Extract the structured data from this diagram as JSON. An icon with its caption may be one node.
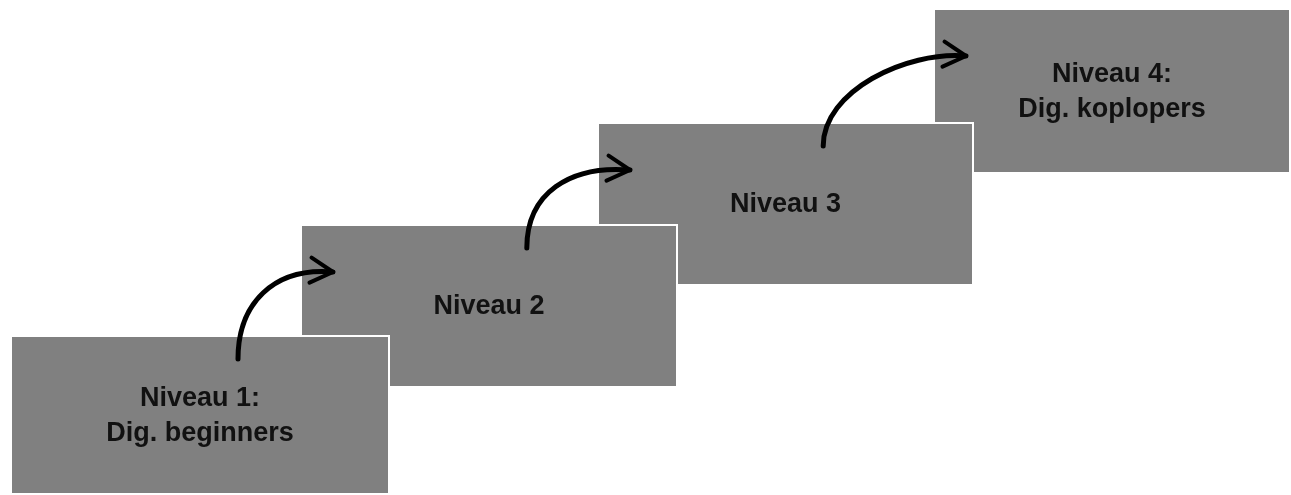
{
  "diagram": {
    "nodes": [
      {
        "text": [
          "Niveau 1: Dig. beginners"
        ]
      },
      {
        "text": [
          "Niveau 2"
        ]
      },
      {
        "text": [
          "Niveau 3"
        ]
      },
      {
        "text": [
          "Niveau 4: Dig. koplopers"
        ]
      }
    ],
    "edges": [
      {
        "from": 0,
        "to": 1,
        "arrow": "to"
      },
      {
        "from": 1,
        "to": 2,
        "arrow": "to"
      },
      {
        "from": 2,
        "to": 3,
        "arrow": "to"
      }
    ]
  }
}
